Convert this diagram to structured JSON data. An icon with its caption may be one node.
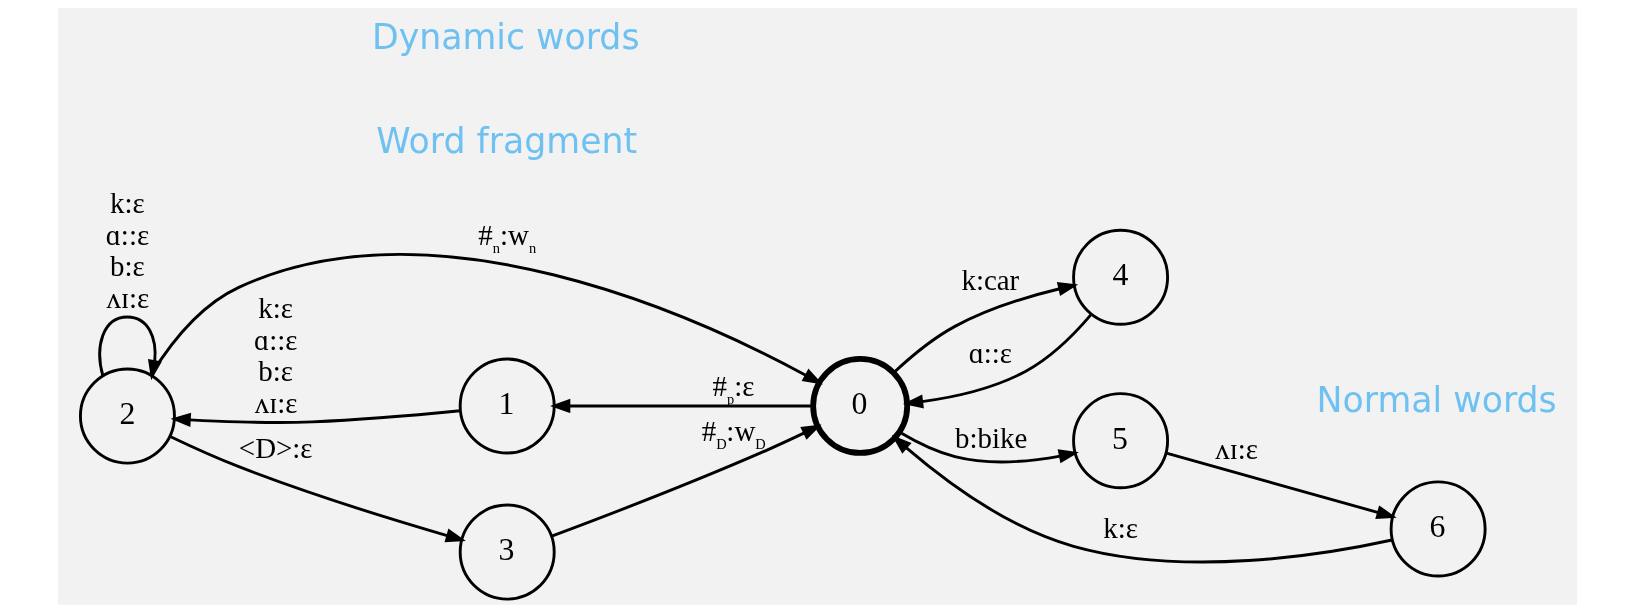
{
  "diagram": {
    "nodes": [
      {
        "text": [
          "0"
        ]
      },
      {
        "text": [
          "1"
        ]
      },
      {
        "text": [
          "2"
        ]
      },
      {
        "text": [
          "3"
        ]
      },
      {
        "text": [
          "4"
        ]
      },
      {
        "text": [
          "5"
        ]
      },
      {
        "text": [
          "6"
        ]
      }
    ],
    "edges": [
      {
        "from": 2,
        "to": 2,
        "arrow": "to",
        "label": "k:ε ɑ::ε b:ε ʌɪ:ε"
      },
      {
        "from": 2,
        "to": 3,
        "arrow": "to",
        "label": "<D>:ε"
      },
      {
        "from": 3,
        "to": 0,
        "arrow": "to",
        "label": "#$_{D}$:w$_{D}$"
      },
      {
        "from": 2,
        "to": 0,
        "arrow": "to",
        "label": "#$_{n}$:w$_{n}$"
      },
      {
        "from": 0,
        "to": 1,
        "arrow": "to",
        "label": "#$_{p}$:ε"
      },
      {
        "from": 1,
        "to": 2,
        "arrow": "to",
        "label": "k:ε ɑ::ε b:ε ʌɪ:ε"
      },
      {
        "from": 0,
        "to": 4,
        "arrow": "to",
        "label": "k:car"
      },
      {
        "from": 4,
        "to": 0,
        "arrow": "to",
        "label": "ɑ::ε"
      },
      {
        "from": 0,
        "to": 5,
        "arrow": "to",
        "label": "b:bike"
      },
      {
        "from": 5,
        "to": 6,
        "arrow": "to",
        "label": "ʌɪ:ε"
      },
      {
        "from": 6,
        "to": 0,
        "arrow": "to",
        "label": "k:ε"
      }
    ],
    "labels": [
      "Word fragment",
      "Dynamic words",
      "Normal words"
    ]
  }
}
